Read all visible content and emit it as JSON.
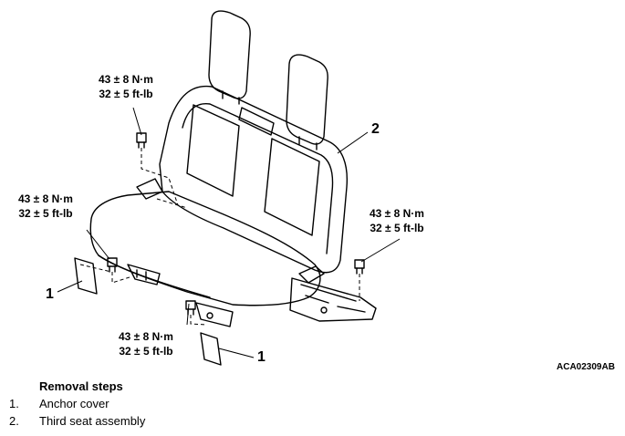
{
  "figure": {
    "code": "ACA02309AB",
    "callouts": [
      "1",
      "1",
      "2"
    ],
    "torques": [
      {
        "nm": "43 ± 8 N·m",
        "ftlb": "32 ± 5 ft-lb"
      },
      {
        "nm": "43 ± 8 N·m",
        "ftlb": "32 ± 5 ft-lb"
      },
      {
        "nm": "43 ± 8 N·m",
        "ftlb": "32 ± 5 ft-lb"
      },
      {
        "nm": "43 ± 8 N·m",
        "ftlb": "32 ± 5 ft-lb"
      }
    ]
  },
  "steps": {
    "title": "Removal steps",
    "items": [
      {
        "num": "1.",
        "label": "Anchor cover"
      },
      {
        "num": "2.",
        "label": "Third seat assembly"
      }
    ]
  }
}
